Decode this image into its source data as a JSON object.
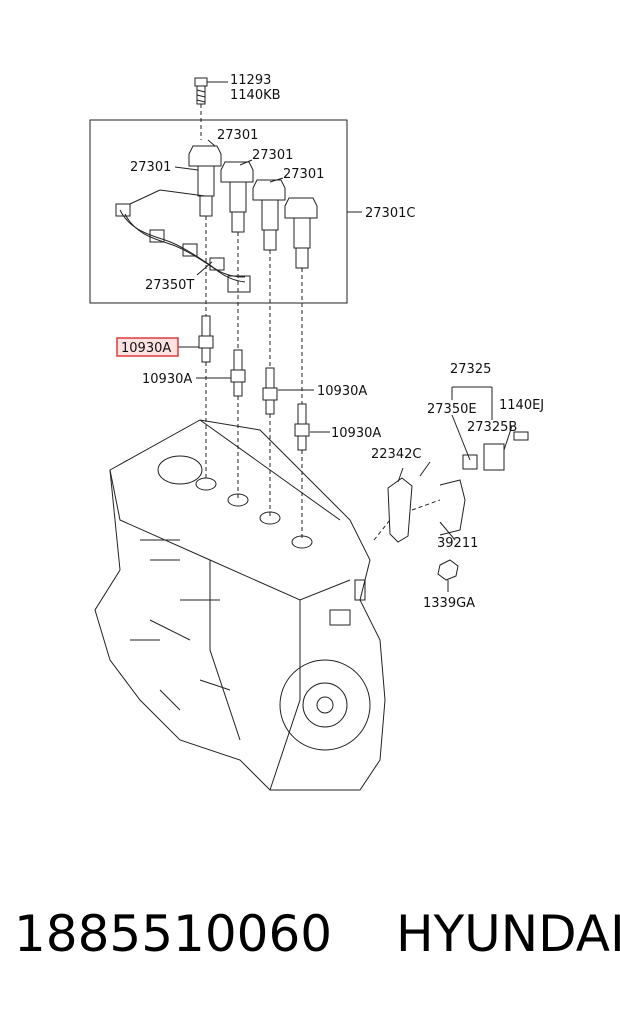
{
  "callouts": {
    "bolt_a": "11293",
    "bolt_b": "1140KB",
    "coil_1": "27301",
    "coil_2": "27301",
    "coil_3": "27301",
    "coil_4": "27301",
    "coil_assy": "27301C",
    "harness": "27350T",
    "plug_highlighted": "10930A",
    "plug_2": "10930A",
    "plug_3": "10930A",
    "plug_4": "10930A",
    "sensor_group": "27325",
    "sensor_conn": "27350E",
    "sensor_bolt": "1140EJ",
    "sensor": "27325B",
    "bracket": "22342C",
    "clip": "39211",
    "nut": "1339GA"
  },
  "caption": {
    "part_number": "1885510060",
    "brand": "HYUNDAI"
  },
  "colors": {
    "line": "#222222",
    "highlight": "#e23b3b",
    "highlight_fill": "#fde2e2"
  }
}
